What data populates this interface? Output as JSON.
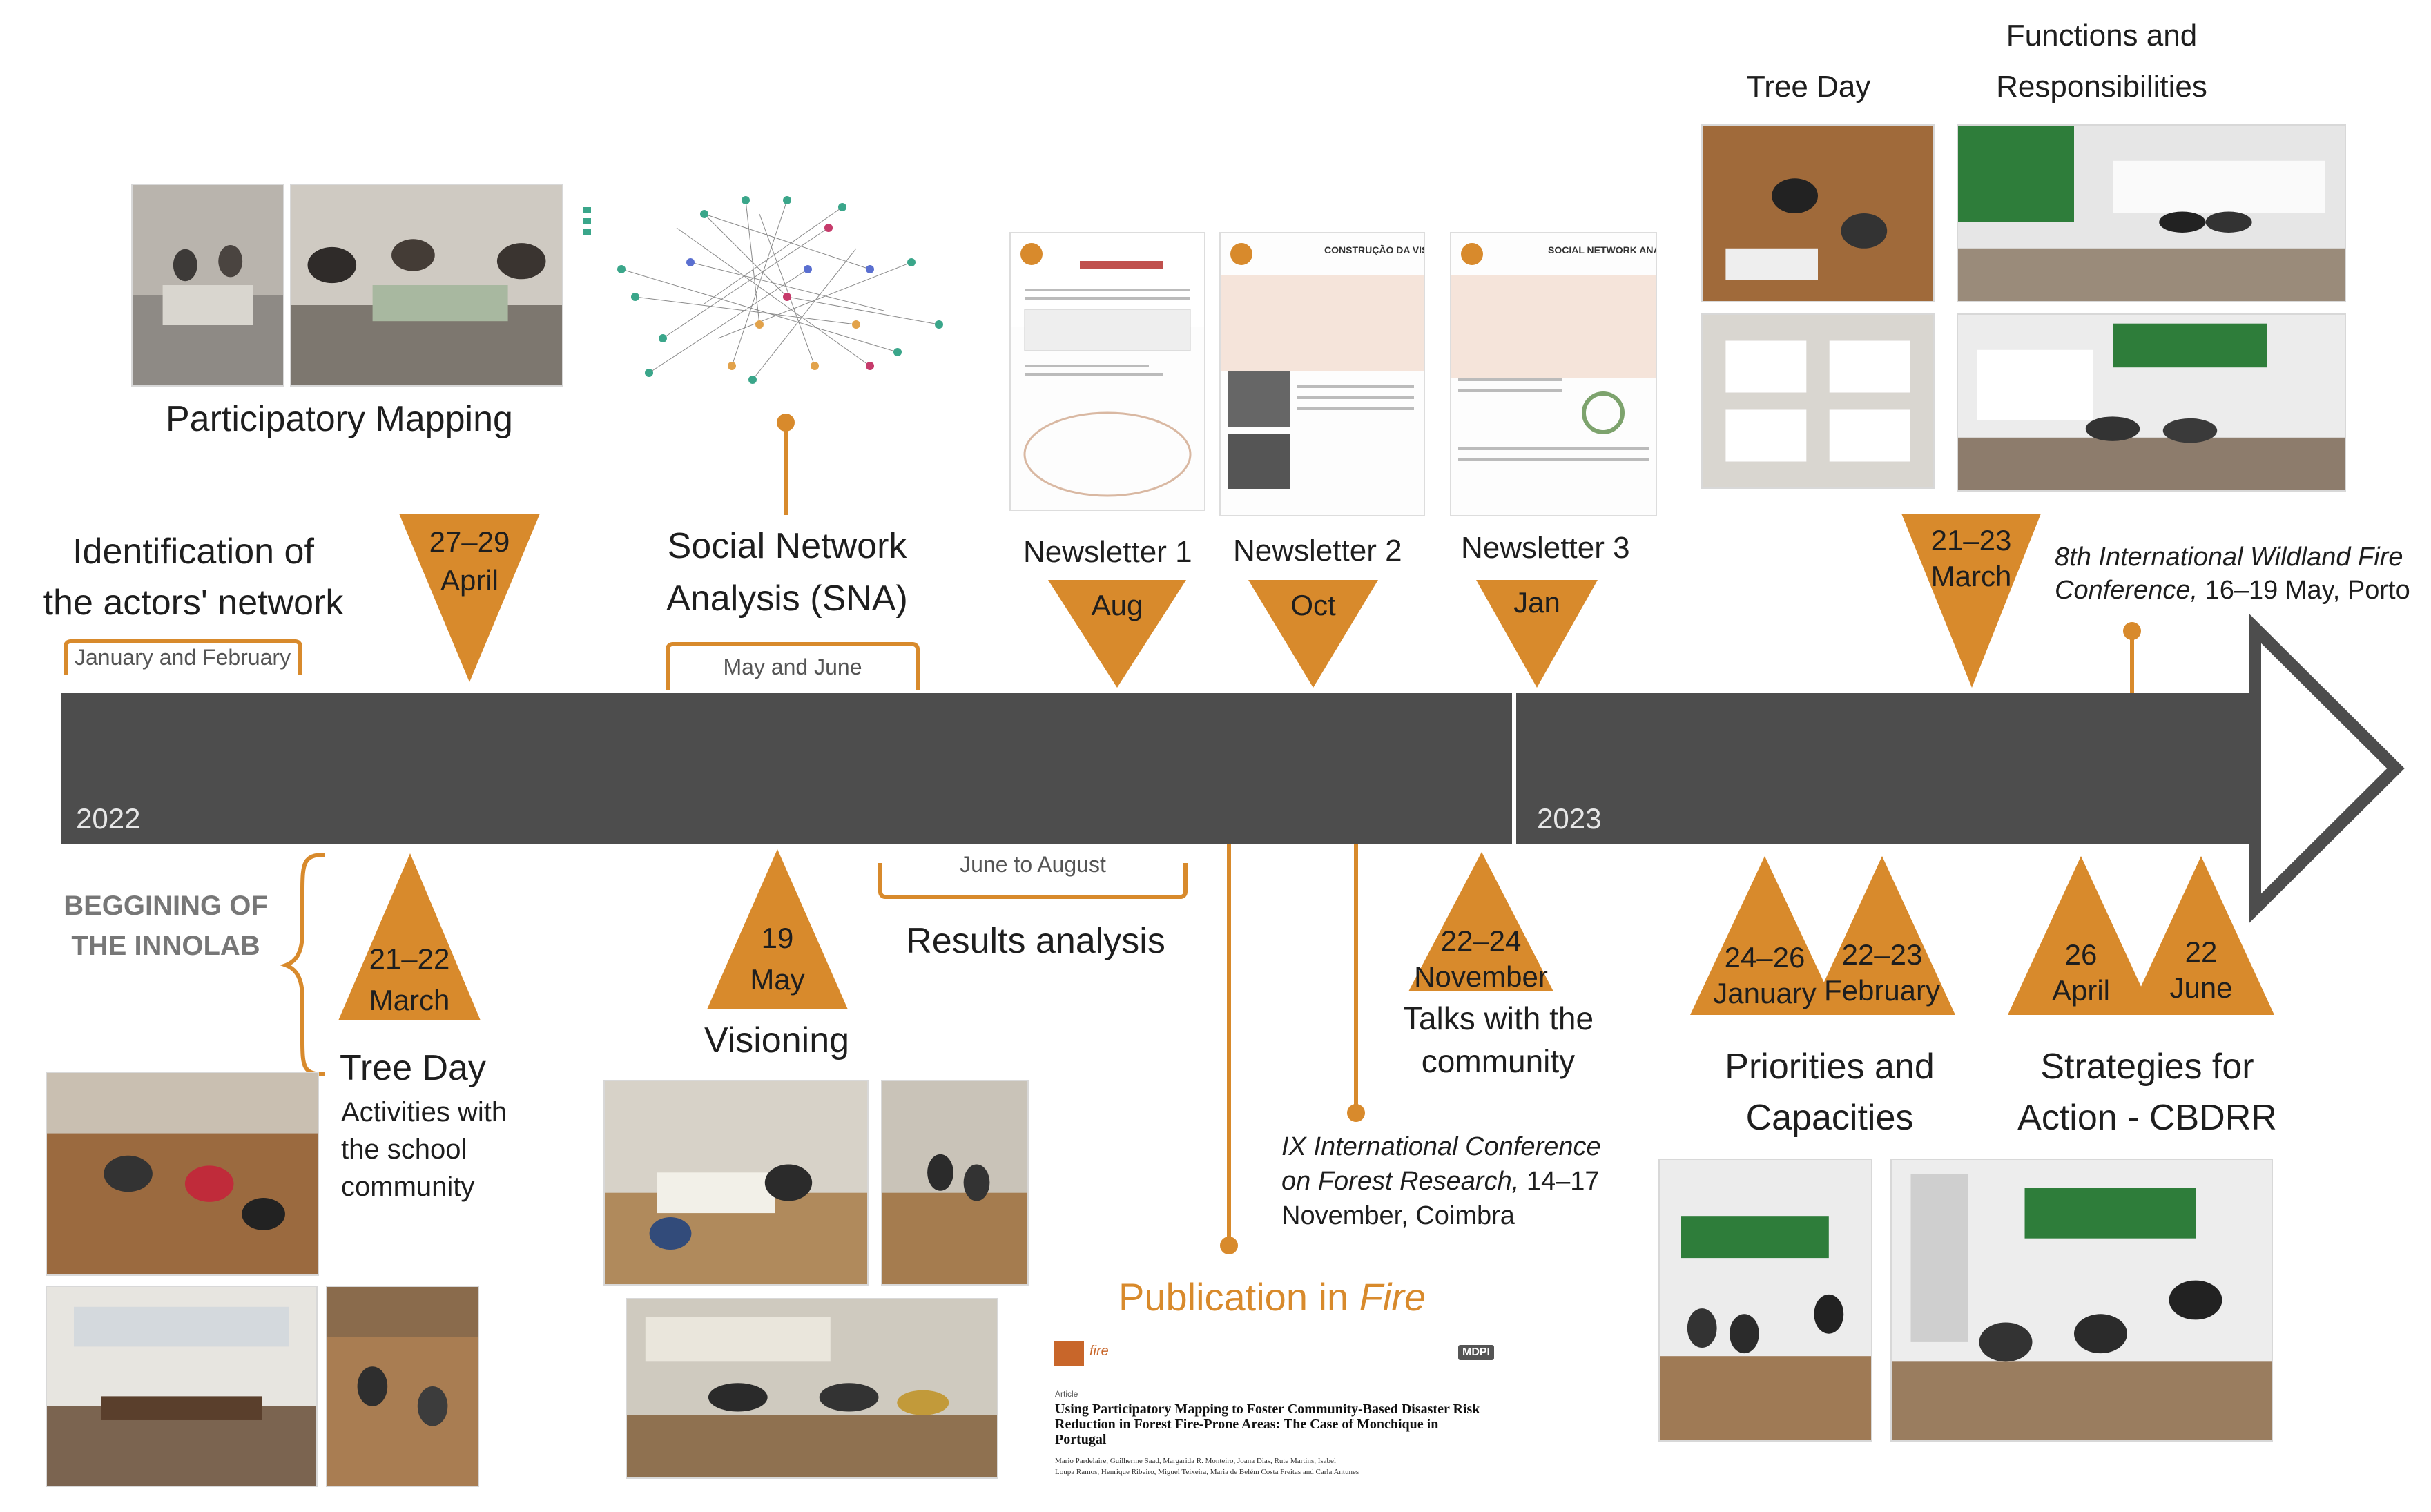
{
  "colors": {
    "timeline": "#4d4d4d",
    "accent": "#d88a2c",
    "text": "#1e1e1e",
    "label_grey": "#666666"
  },
  "timeline": {
    "year_2022": "2022",
    "year_2023": "2023"
  },
  "top": {
    "participatory_mapping": "Participatory Mapping",
    "identification_l1": "Identification of",
    "identification_l2": "the actors' network",
    "identification_period": "January and February",
    "april_day": "27–29",
    "april_month": "April",
    "sna_l1": "Social Network",
    "sna_l2": "Analysis (SNA)",
    "sna_period": "May and June",
    "newsletter1": "Newsletter 1",
    "newsletter1_month": "Aug",
    "newsletter2": "Newsletter 2",
    "newsletter2_month": "Oct",
    "newsletter3": "Newsletter 3",
    "newsletter3_month": "Jan",
    "tree_day": "Tree Day",
    "functions_l1": "Functions and",
    "functions_l2": "Responsibilities",
    "march23_day": "21–23",
    "march23_month": "March",
    "wildland_l1": "8th International Wildland Fire",
    "wildland_l2_italic": "Conference,",
    "wildland_l2_rest": " 16–19 May, Porto",
    "newsletter2_title": "CONSTRUÇÃO DA VISÃO",
    "newsletter3_title": "SOCIAL NETWORK ANALYSIS (SNA)"
  },
  "bottom": {
    "beginning_l1": "BEGGINING OF",
    "beginning_l2": "THE INNOLAB",
    "march22_day": "21–22",
    "march22_month": "March",
    "tree_day": "Tree Day",
    "activities_l1": "Activities with",
    "activities_l2": "the school",
    "activities_l3": "community",
    "may_day": "19",
    "may_month": "May",
    "visioning": "Visioning",
    "results_period": "June to August",
    "results": "Results analysis",
    "nov_day": "22–24",
    "nov_month": "November",
    "talks_l1": "Talks with the",
    "talks_l2": "community",
    "ix_l1": "IX International Conference",
    "ix_l2_italic": "on Forest Research,",
    "ix_l2_rest": " 14–17",
    "ix_l3": "November, Coimbra",
    "publication_prefix": "Publication in ",
    "publication_journal": "Fire",
    "jan_day": "24–26",
    "jan_month": "January",
    "feb_day": "22–23",
    "feb_month": "February",
    "priorities_l1": "Priorities and",
    "priorities_l2": "Capacities",
    "april26_day": "26",
    "april26_month": "April",
    "june_day": "22",
    "june_month": "June",
    "strategies_l1": "Strategies for",
    "strategies_l2": "Action - CBDRR"
  },
  "paper": {
    "journal": "fire",
    "publisher": "MDPI",
    "article_type": "Article",
    "title": "Using Participatory Mapping to Foster Community-Based Disaster Risk Reduction in Forest Fire-Prone Areas: The Case of Monchique in Portugal",
    "authors_l1": "Mario Pardelaire, Guilherme Saad, Margarida R. Monteiro, Joana Dias, Rute Martins, Isabel",
    "authors_l2": "Loupa Ramos, Henrique Ribeiro, Miguel Teixeira, Maria de Belém Costa Freitas and Carla Antunes"
  },
  "icons": [
    "photo-icon",
    "network-graph-icon",
    "newsletter-icon",
    "arrow-head-icon"
  ]
}
